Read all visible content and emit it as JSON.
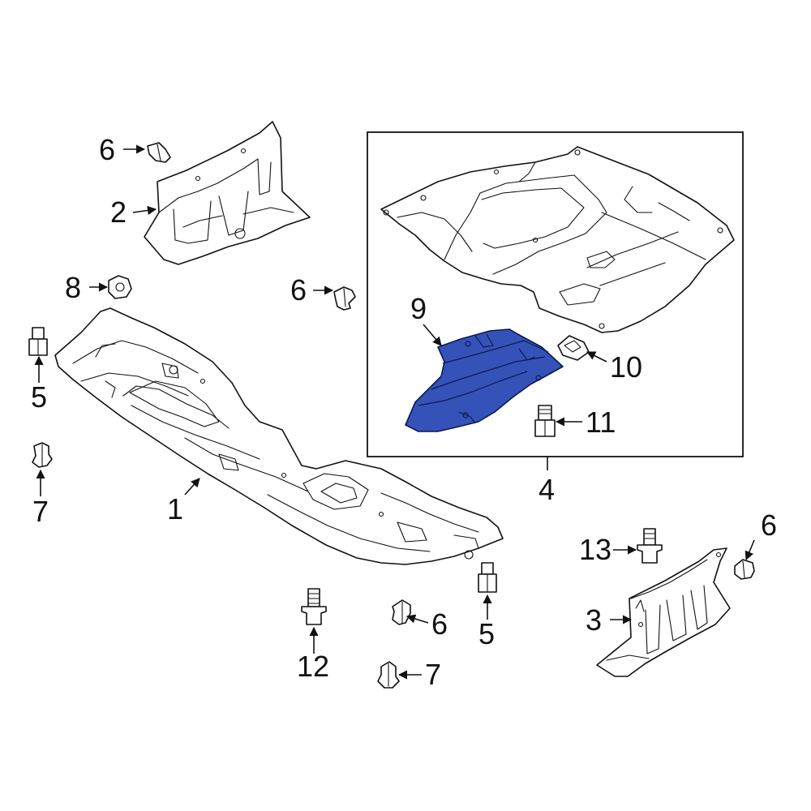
{
  "highlight_color": "#3552b8",
  "callouts": {
    "c1": "1",
    "c2": "2",
    "c3": "3",
    "c4": "4",
    "c5a": "5",
    "c5b": "5",
    "c6a": "6",
    "c6b": "6",
    "c6c": "6",
    "c6d": "6",
    "c7a": "7",
    "c7b": "7",
    "c8": "8",
    "c9": "9",
    "c10": "10",
    "c11": "11",
    "c12": "12",
    "c13": "13"
  }
}
